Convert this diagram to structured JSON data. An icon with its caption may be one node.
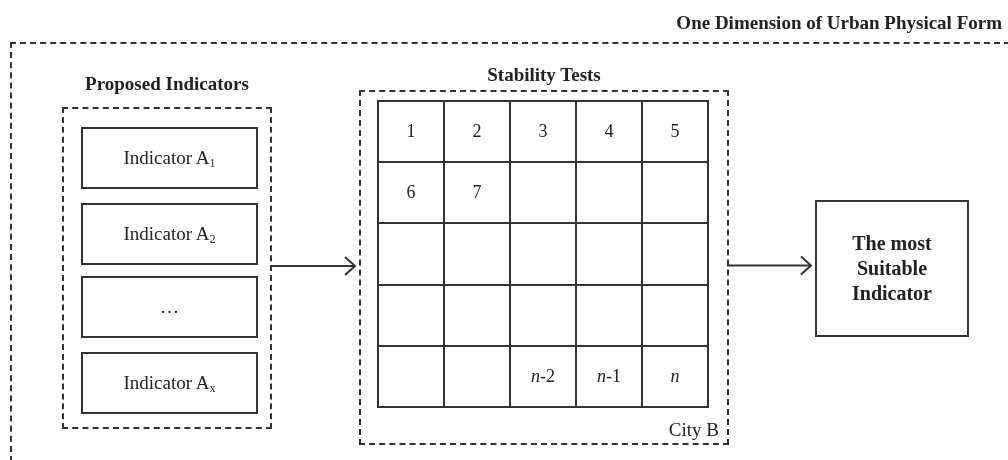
{
  "diagram": {
    "nodes": [
      {
        "text": [
          "One Dimension of Urban Physical Form"
        ]
      },
      {
        "text": [
          "Proposed Indicators"
        ],
        "in": 0
      },
      {
        "text": [
          "Indicator A$_{1}$"
        ],
        "in": 1
      },
      {
        "text": [
          "Indicator A$_{2}$"
        ],
        "in": 1
      },
      {
        "text": [
          "…"
        ],
        "in": 1
      },
      {
        "text": [
          "Indicator A$_{x}$"
        ],
        "in": 1
      },
      {
        "text": [
          "Stability Tests",
          "City B"
        ],
        "in": 0
      },
      {
        "text": [
          "The most Suitable Indicator"
        ],
        "in": 0
      }
    ],
    "edges": [
      {
        "from": 1,
        "to": 6,
        "arrow": "to"
      },
      {
        "from": 6,
        "to": 7,
        "arrow": "to"
      }
    ],
    "labels": [
      "1",
      "2",
      "3",
      "4",
      "5",
      "6",
      "7",
      "*n*-2",
      "*n*-1",
      "*n*"
    ]
  }
}
